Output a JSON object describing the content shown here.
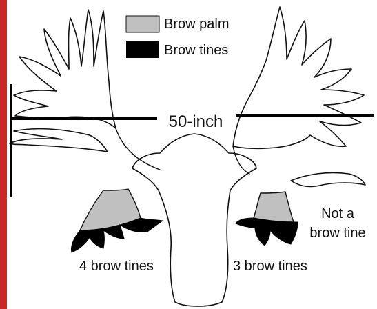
{
  "legend": {
    "items": [
      {
        "label": "Brow palm",
        "color": "#c0c0c0"
      },
      {
        "label": "Brow tines",
        "color": "#000000"
      }
    ]
  },
  "measure": {
    "label": "50-inch"
  },
  "labels": {
    "left_count": "4 brow tines",
    "right_count": "3 brow tines",
    "not_a_brow_tine_line1": "Not a",
    "not_a_brow_tine_line2": "brow tine"
  },
  "colors": {
    "accent_bar": "#c62828",
    "outline": "#111111",
    "palm": "#c0c0c0",
    "tine": "#000000"
  }
}
